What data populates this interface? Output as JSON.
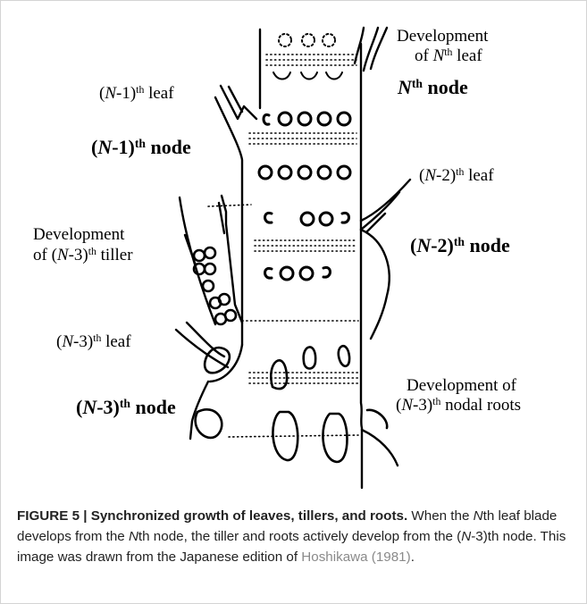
{
  "figure": {
    "labels": {
      "dev_nth_leaf_1": "Development",
      "dev_nth_leaf_2": "of ",
      "dev_nth_leaf_N": "N",
      "dev_nth_leaf_sup": "th",
      "dev_nth_leaf_3": " leaf",
      "nth_node_N": "N",
      "nth_node_sup": "th",
      "nth_node_word": " node",
      "n1_leaf_pre": "(",
      "n1_leaf_N": "N",
      "n1_leaf_mid": "-1)",
      "n1_leaf_sup": "th",
      "n1_leaf_word": " leaf",
      "n1_node_pre": "(",
      "n1_node_N": "N",
      "n1_node_mid": "-1)",
      "n1_node_sup": "th",
      "n1_node_word": " node",
      "n2_leaf_pre": "(",
      "n2_leaf_N": "N",
      "n2_leaf_mid": "-2)",
      "n2_leaf_sup": "th",
      "n2_leaf_word": " leaf",
      "n2_node_pre": "(",
      "n2_node_N": "N",
      "n2_node_mid": "-2)",
      "n2_node_sup": "th",
      "n2_node_word": " node",
      "dev_tiller_1": "Development",
      "dev_tiller_2": "of (",
      "dev_tiller_N": "N",
      "dev_tiller_mid": "-3)",
      "dev_tiller_sup": "th",
      "dev_tiller_word": " tiller",
      "n3_leaf_pre": "(",
      "n3_leaf_N": "N",
      "n3_leaf_mid": "-3)",
      "n3_leaf_sup": "th",
      "n3_leaf_word": " leaf",
      "n3_node_pre": "(",
      "n3_node_N": "N",
      "n3_node_mid": "-3)",
      "n3_node_sup": "th",
      "n3_node_word": " node",
      "dev_roots_1": "Development of",
      "dev_roots_pre": "(",
      "dev_roots_N": "N",
      "dev_roots_mid": "-3)",
      "dev_roots_sup": "th",
      "dev_roots_word": " nodal roots"
    }
  },
  "caption": {
    "title": "FIGURE 5 | Synchronized growth of leaves, tillers, and roots.",
    "t1": " When the ",
    "t1_N": "N",
    "t2": "th leaf blade develops from the ",
    "t2_N": "N",
    "t3": "th node, the tiller and roots actively develop from the (",
    "t3_N": "N",
    "t4": "-3)th node. This image was drawn from the Japanese edition of ",
    "ref": "Hoshikawa (1981)",
    "end": "."
  },
  "colors": {
    "ink": "#000000",
    "caption_text": "#222222",
    "reference_link": "#8a8a8a",
    "frame": "#d4d4d4"
  }
}
